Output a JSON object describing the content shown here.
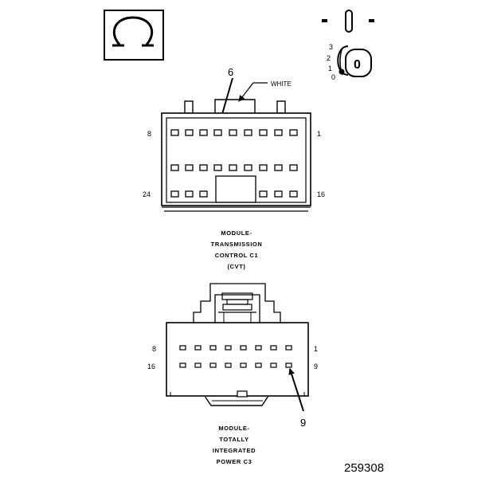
{
  "symbols": {
    "meter_icon": "ohm-meter-icon",
    "key_icon": "ignition-key-icon",
    "switch_off_mark": "-",
    "switch_on_mark": "|",
    "key_positions": [
      "3",
      "2",
      "1",
      "0"
    ],
    "key_center_label": "0"
  },
  "connector_c1": {
    "callout": "6",
    "wire_color": "WHITE",
    "pin_top_left": "8",
    "pin_top_right": "1",
    "pin_bottom_left": "24",
    "pin_bottom_right": "16",
    "name_lines": [
      "MODULE-",
      "TRANSMISSION",
      "CONTROL C1",
      "(CVT)"
    ]
  },
  "connector_c3": {
    "callout": "9",
    "pin_top_left": "8",
    "pin_top_right": "1",
    "pin_bottom_left": "16",
    "pin_bottom_right": "9",
    "name_lines": [
      "MODULE-",
      "TOTALLY",
      "INTEGRATED",
      "POWER C3"
    ]
  },
  "figure_id": "259308"
}
